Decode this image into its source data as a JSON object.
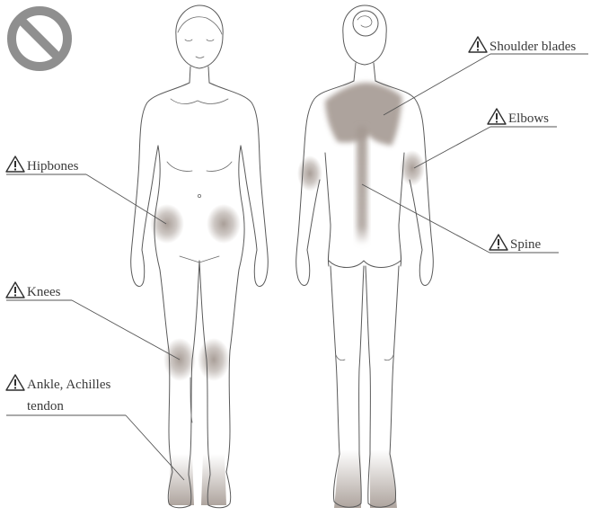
{
  "labels": {
    "shoulder_blades": "Shoulder blades",
    "elbows": "Elbows",
    "hipbones": "Hipbones",
    "spine": "Spine",
    "knees": "Knees",
    "ankle_line1": "Ankle, Achilles",
    "ankle_line2": "tendon"
  },
  "icons": {
    "warning": "warning-icon",
    "prohibition": "prohibition-icon"
  },
  "colors": {
    "prohibition": "#8f8f8f",
    "pressure_area": "#a59a93",
    "outline": "#5a5a5a",
    "text": "#3a3a3a"
  }
}
